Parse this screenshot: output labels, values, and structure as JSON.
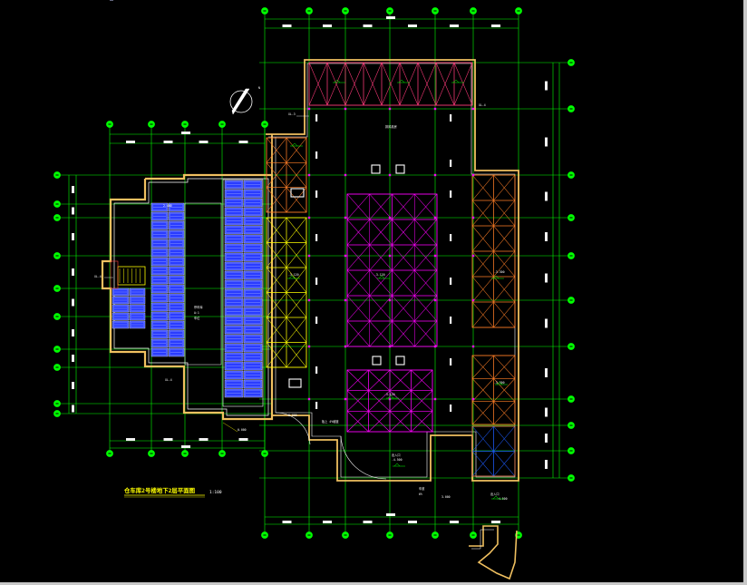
{
  "drawing": {
    "title": "仓车库2号楼地下2层平面图",
    "scale": "1:100",
    "north_label": "N"
  },
  "colors": {
    "background": "#000000",
    "axis": "#00ff00",
    "wall_outer": "#f0c060",
    "wall_inner": "#ffffff",
    "parking": "#2a3cff",
    "yellow_bay": "#ffff00",
    "magenta_bay": "#ff00ff",
    "orange_bay": "#ff7f27",
    "blue_bay": "#1e5cff",
    "text_white": "#ffffff"
  },
  "icons": [
    "north-arrow-icon",
    "axis-bubble-icon",
    "cross-brace-icon",
    "parking-stall-icon"
  ]
}
